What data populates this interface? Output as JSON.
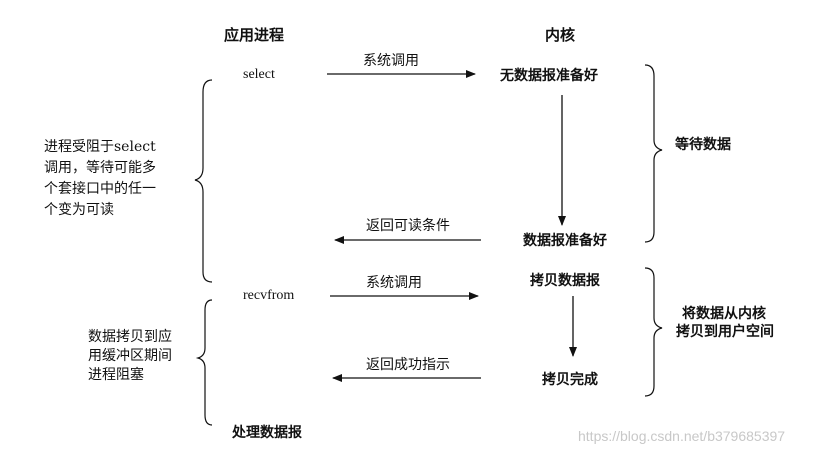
{
  "columns": {
    "app": "应用进程",
    "kernel": "内核"
  },
  "app_calls": {
    "select": "select",
    "recvfrom": "recvfrom",
    "process": "处理数据报"
  },
  "arrows": {
    "syscall_1": "系统调用",
    "return_readable": "返回可读条件",
    "syscall_2": "系统调用",
    "return_success": "返回成功指示"
  },
  "kernel_states": {
    "not_ready": "无数据报准备好",
    "ready": "数据报准备好",
    "copying": "拷贝数据报",
    "copy_done": "拷贝完成"
  },
  "phases": {
    "wait_data": "等待数据",
    "copy_line1": "将数据从内核",
    "copy_line2": "拷贝到用户空间"
  },
  "left_notes": {
    "blocked_select": [
      "进程受阻于select",
      "调用，等待可能多",
      "个套接口中的任一",
      "个变为可读"
    ],
    "blocked_copy": [
      "数据拷贝到应",
      "用缓冲区期间",
      "进程阻塞"
    ]
  },
  "watermark": "https://blog.csdn.net/b379685397"
}
